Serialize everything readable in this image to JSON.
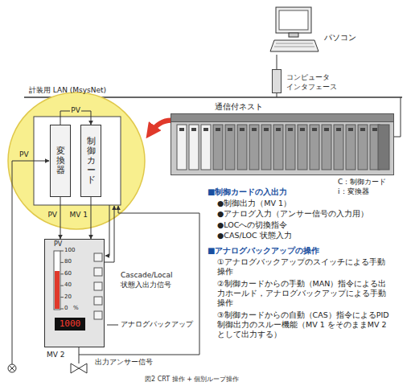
{
  "diagram": {
    "caption": "図2 CRT 操作 + 個別ループ操作",
    "nodes": [
      {
        "text": [
          "パソコン"
        ]
      },
      {
        "text": [
          "コンピュータ インタフェース"
        ]
      },
      {
        "text": [
          "通信付ネスト"
        ]
      },
      {
        "text": [
          "変換器"
        ]
      },
      {
        "text": [
          "制御カード"
        ]
      },
      {
        "text": [
          "PV"
        ]
      }
    ],
    "edges": [
      {
        "from": 0,
        "to": 1,
        "arrow": "none"
      },
      {
        "from": 3,
        "to": 4,
        "label": "PV",
        "arrow": "to"
      },
      {
        "from": 3,
        "to": 5,
        "label": "PV",
        "arrow": "to"
      },
      {
        "from": 4,
        "to": 5,
        "label": "MV 1",
        "arrow": "to"
      }
    ],
    "labels": [
      "計装用 LAN (MsysNet)",
      "C：制御カード",
      "i：変換器",
      "■制御カードの入出力",
      "●制御出力（MV 1）",
      "●アナログ入力（アンサー信号の入力用）",
      "●LOCへの切換指令",
      "●CAS/LOC 状態入力",
      "■アナログバックアップの操作",
      "①アナログバックアップのスイッチによる手動操作",
      "②制御カードからの手動（MAN）指令による出力ホールド，アナログバックアップによる手動操作",
      "③制御カードからの自動（CAS）指令によるPID 制御出力のスルー機能（MV 1 をそのままMV 2 として出力する）",
      "PV",
      "100",
      "80",
      "60",
      "40",
      "20",
      "0",
      "%",
      "1000",
      "Cascade/Local 状態入出力信号",
      "アナログバックアップ",
      "MV 2",
      "出力アンサー信号"
    ]
  }
}
